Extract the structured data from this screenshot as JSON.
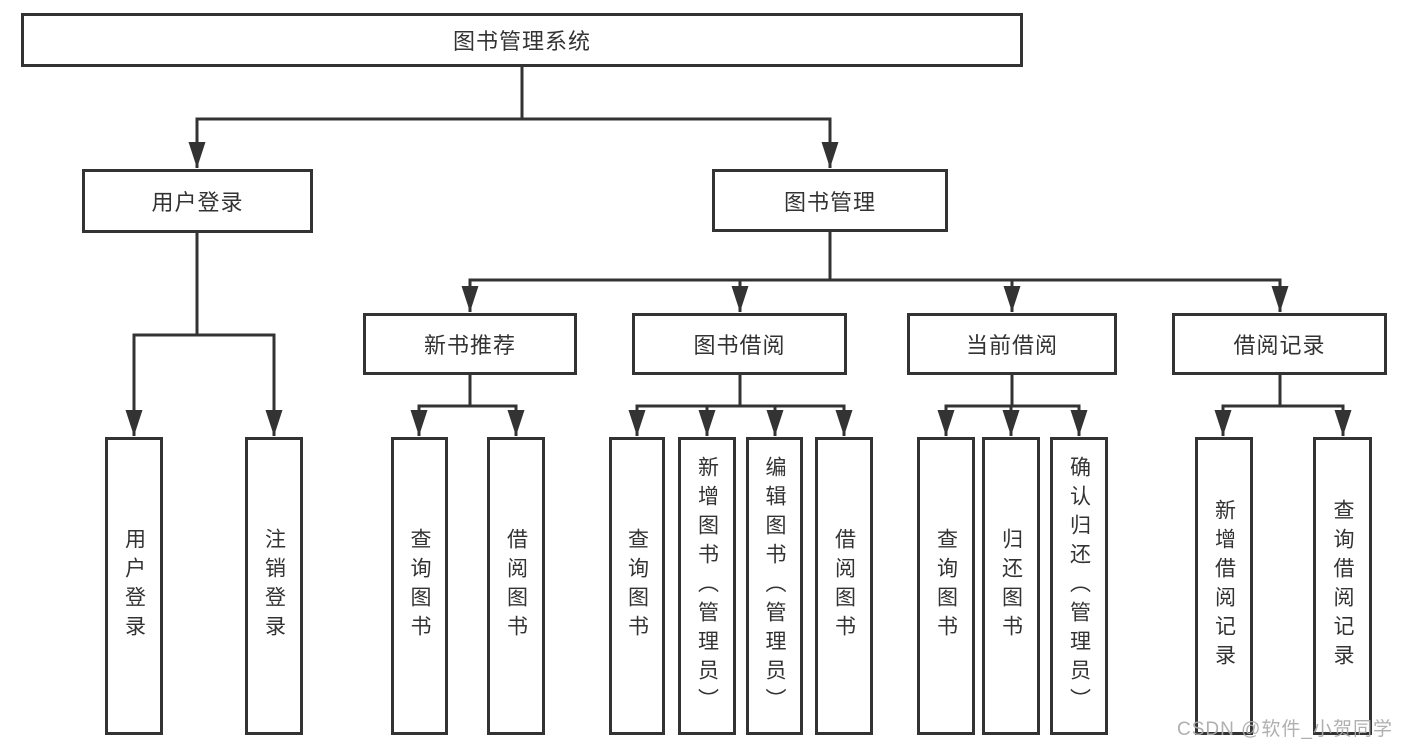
{
  "tree": {
    "label": "图书管理系统",
    "children": [
      {
        "label": "用户登录",
        "children": [
          {
            "label": "用户登录"
          },
          {
            "label": "注销登录"
          }
        ]
      },
      {
        "label": "图书管理",
        "children": [
          {
            "label": "新书推荐",
            "children": [
              {
                "label": "查询图书"
              },
              {
                "label": "借阅图书"
              }
            ]
          },
          {
            "label": "图书借阅",
            "children": [
              {
                "label": "查询图书"
              },
              {
                "label": "新增图书（管理员）"
              },
              {
                "label": "编辑图书（管理员）"
              },
              {
                "label": "借阅图书"
              }
            ]
          },
          {
            "label": "当前借阅",
            "children": [
              {
                "label": "查询图书"
              },
              {
                "label": "归还图书"
              },
              {
                "label": "确认归还（管理员）"
              }
            ]
          },
          {
            "label": "借阅记录",
            "children": [
              {
                "label": "新增借阅记录"
              },
              {
                "label": "查询借阅记录"
              }
            ]
          }
        ]
      }
    ]
  },
  "watermark": {
    "text": "CSDN @软件_小贺同学"
  },
  "colors": {
    "line": "#333333",
    "box_border": "#333333",
    "text": "#333333",
    "background": "#ffffff",
    "watermark": "#acacac"
  }
}
